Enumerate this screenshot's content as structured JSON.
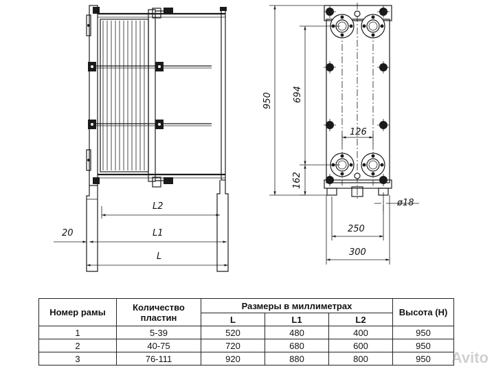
{
  "drawing": {
    "dim_L2": "L2",
    "dim_L1": "L1",
    "dim_L": "L",
    "dim_20": "20",
    "dim_950": "950",
    "dim_694": "694",
    "dim_162": "162",
    "dim_126": "126",
    "dim_250": "250",
    "dim_300": "300",
    "dim_d18": "ø18"
  },
  "table": {
    "col_frame": "Номер рамы",
    "col_plates": "Количество пластин",
    "col_dims": "Размеры в миллиметрах",
    "col_L": "L",
    "col_L1": "L1",
    "col_L2": "L2",
    "col_height": "Высота (H)",
    "rows": [
      {
        "frame": "1",
        "plates": "5-39",
        "L": "520",
        "L1": "480",
        "L2": "400",
        "H": "950"
      },
      {
        "frame": "2",
        "plates": "40-75",
        "L": "720",
        "L1": "680",
        "L2": "600",
        "H": "950"
      },
      {
        "frame": "3",
        "plates": "76-111",
        "L": "920",
        "L1": "880",
        "L2": "800",
        "H": "950"
      }
    ]
  },
  "watermark": "Avito"
}
